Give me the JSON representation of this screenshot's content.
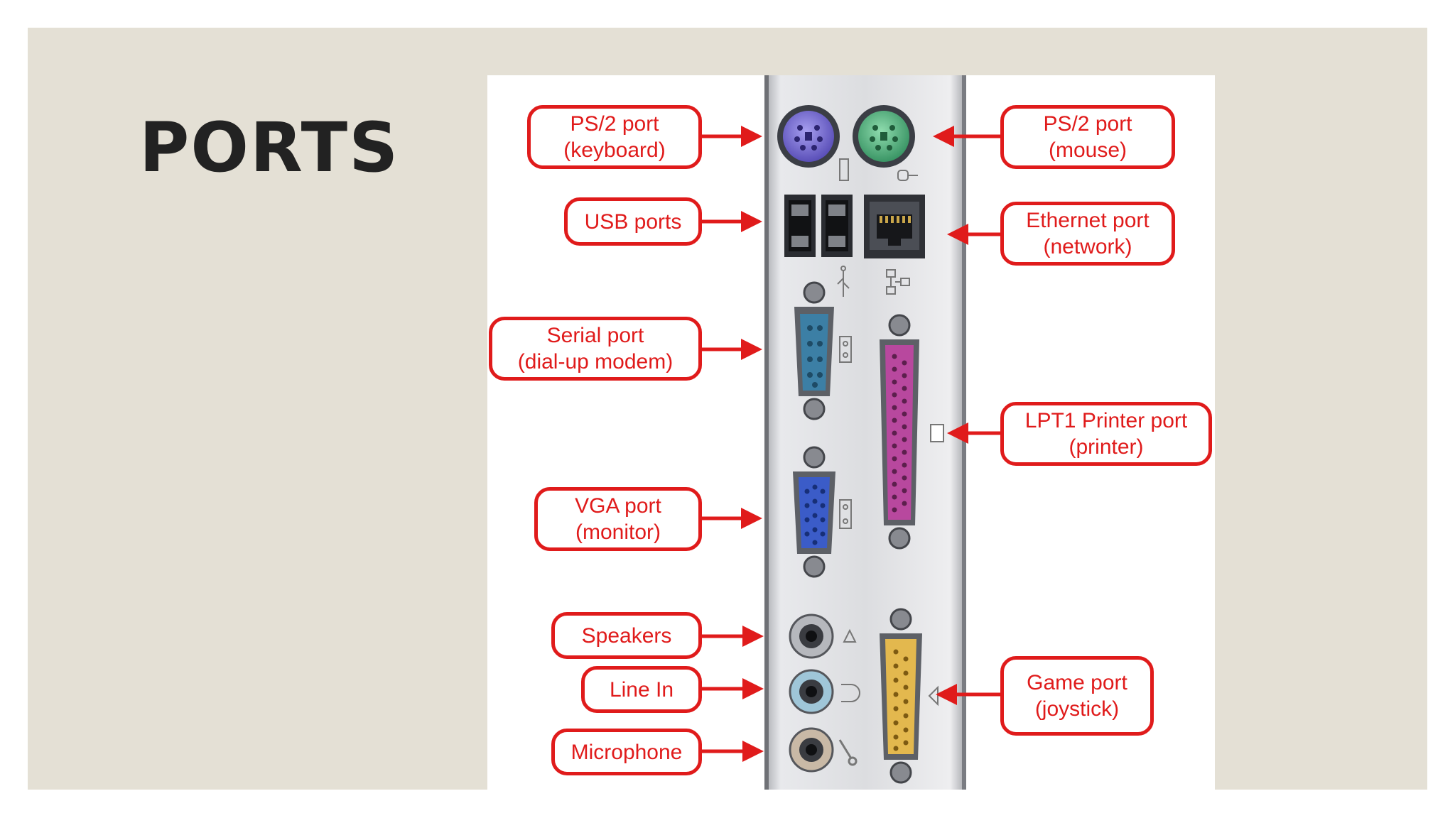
{
  "slide": {
    "title": "PORTS"
  },
  "colors": {
    "background": "#e4e0d5",
    "title": "#222222",
    "callout_red": "#e01b1b",
    "panel_silver": "#d9dadd",
    "ps2_keyboard": "#7b6fd6",
    "ps2_mouse": "#4fb07a",
    "serial": "#3c7fa5",
    "vga": "#3b5cc8",
    "parallel": "#b8489e",
    "game": "#e3b84e"
  },
  "callouts": {
    "ps2_keyboard": {
      "line1": "PS/2 port",
      "line2": "(keyboard)",
      "icon": "ps2-keyboard-port"
    },
    "ps2_mouse": {
      "line1": "PS/2 port",
      "line2": "(mouse)",
      "icon": "ps2-mouse-port"
    },
    "usb": {
      "line1": "USB ports",
      "icon": "usb-port"
    },
    "ethernet": {
      "line1": "Ethernet port",
      "line2": "(network)",
      "icon": "ethernet-port"
    },
    "serial": {
      "line1": "Serial port",
      "line2": "(dial-up modem)",
      "icon": "serial-port"
    },
    "lpt1": {
      "line1": "LPT1 Printer port",
      "line2": "(printer)",
      "icon": "parallel-port"
    },
    "vga": {
      "line1": "VGA port",
      "line2": "(monitor)",
      "icon": "vga-port"
    },
    "speakers": {
      "line1": "Speakers",
      "icon": "audio-jack"
    },
    "line_in": {
      "line1": "Line In",
      "icon": "audio-jack"
    },
    "microphone": {
      "line1": "Microphone",
      "icon": "audio-jack"
    },
    "game": {
      "line1": "Game port",
      "line2": "(joystick)",
      "icon": "game-port"
    }
  }
}
